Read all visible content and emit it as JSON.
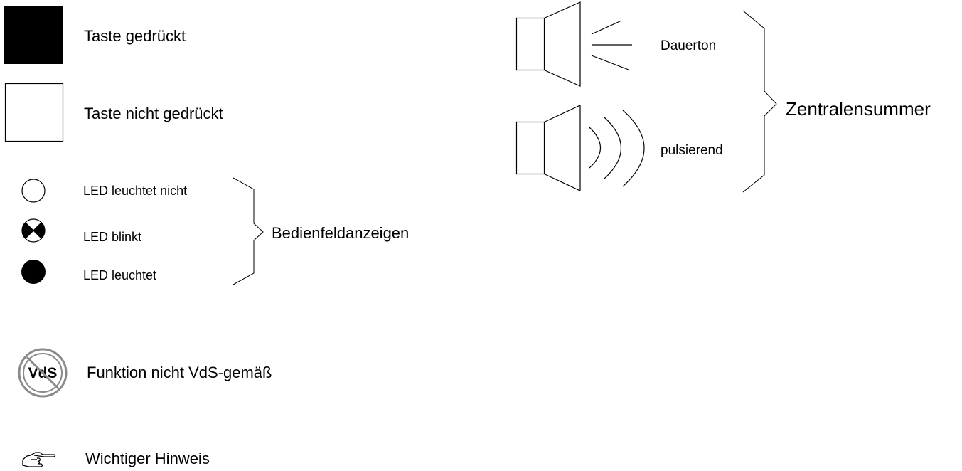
{
  "legend": {
    "key_pressed": {
      "label": "Taste gedrückt",
      "icon": "key-pressed-square-icon"
    },
    "key_not_pressed": {
      "label": "Taste nicht gedrückt",
      "icon": "key-not-pressed-square-icon"
    },
    "led_group": {
      "items": [
        {
          "label": "LED leuchtet nicht",
          "icon": "led-off-icon"
        },
        {
          "label": "LED blinkt",
          "icon": "led-blinking-icon"
        },
        {
          "label": "LED leuchtet",
          "icon": "led-on-icon"
        }
      ],
      "group_label": "Bedienfeldanzeigen"
    },
    "buzzer_group": {
      "items": [
        {
          "label": "Dauerton",
          "icon": "speaker-continuous-icon"
        },
        {
          "label": "pulsierend",
          "icon": "speaker-pulsing-icon"
        }
      ],
      "group_label": "Zentralensummer"
    },
    "vds": {
      "badge_text": "VdS",
      "label": "Funktion nicht VdS-gemäß",
      "icon": "vds-prohibited-icon"
    },
    "note": {
      "label": "Wichtiger Hinweis",
      "icon": "pointing-hand-icon"
    }
  },
  "colors": {
    "ink": "#000000",
    "vds_gray": "#8a8a8a",
    "background": "#ffffff"
  }
}
